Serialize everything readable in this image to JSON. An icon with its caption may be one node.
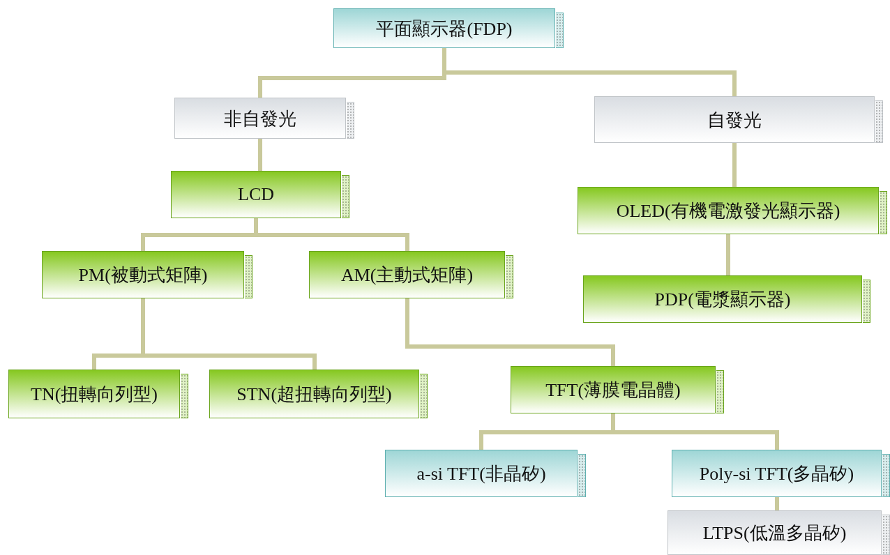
{
  "diagram": {
    "nodes": [
      {
        "text": [
          "平面顯示器(FDP)"
        ]
      },
      {
        "text": [
          "非自發光"
        ]
      },
      {
        "text": [
          "自發光"
        ]
      },
      {
        "text": [
          "LCD"
        ]
      },
      {
        "text": [
          "OLED(有機電激發光顯示器)"
        ]
      },
      {
        "text": [
          "PM(被動式矩陣)"
        ]
      },
      {
        "text": [
          "AM(主動式矩陣)"
        ]
      },
      {
        "text": [
          "PDP(電漿顯示器)"
        ]
      },
      {
        "text": [
          "TN(扭轉向列型)"
        ]
      },
      {
        "text": [
          "STN(超扭轉向列型)"
        ]
      },
      {
        "text": [
          "TFT(薄膜電晶體)"
        ]
      },
      {
        "text": [
          "a-si TFT(非晶矽)"
        ]
      },
      {
        "text": [
          "Poly-si TFT(多晶矽)"
        ]
      },
      {
        "text": [
          "LTPS(低溫多晶矽)"
        ]
      }
    ],
    "edges": [
      {
        "from": 0,
        "to": 1,
        "arrow": "none"
      },
      {
        "from": 0,
        "to": 2,
        "arrow": "none"
      },
      {
        "from": 1,
        "to": 3,
        "arrow": "none"
      },
      {
        "from": 3,
        "to": 5,
        "arrow": "none"
      },
      {
        "from": 3,
        "to": 6,
        "arrow": "none"
      },
      {
        "from": 2,
        "to": 4,
        "arrow": "none"
      },
      {
        "from": 4,
        "to": 7,
        "arrow": "none"
      },
      {
        "from": 5,
        "to": 8,
        "arrow": "none"
      },
      {
        "from": 5,
        "to": 9,
        "arrow": "none"
      },
      {
        "from": 6,
        "to": 10,
        "arrow": "none"
      },
      {
        "from": 10,
        "to": 11,
        "arrow": "none"
      },
      {
        "from": 10,
        "to": 12,
        "arrow": "none"
      },
      {
        "from": 12,
        "to": 13,
        "arrow": "none"
      }
    ]
  }
}
